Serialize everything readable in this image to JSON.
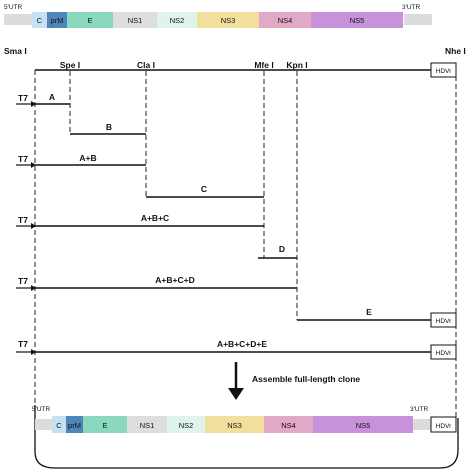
{
  "genome_top": {
    "utr5": "5'UTR",
    "utr3": "3'UTR",
    "genes": [
      {
        "label": "C",
        "color": "#c6e2f2"
      },
      {
        "label": "prM",
        "color": "#4f86b8"
      },
      {
        "label": "E",
        "color": "#8ad8bf"
      },
      {
        "label": "NS1",
        "color": "#dedede"
      },
      {
        "label": "NS2",
        "color": "#dff5ec"
      },
      {
        "label": "NS3",
        "color": "#f1e09c"
      },
      {
        "label": "NS4",
        "color": "#e0a9c5"
      },
      {
        "label": "NS5",
        "color": "#c892db"
      }
    ]
  },
  "sites": {
    "sma": "Sma I",
    "spe": "Spe I",
    "cla": "Cla I",
    "mfe": "Mfe I",
    "kpn": "Kpn I",
    "nhe": "Nhe I"
  },
  "t7": "T7",
  "hdv": "HDVr",
  "fragments": {
    "a": "A",
    "b": "B",
    "ab": "A+B",
    "c": "C",
    "abc": "A+B+C",
    "d": "D",
    "abcd": "A+B+C+D",
    "e": "E",
    "abcde": "A+B+C+D+E"
  },
  "assemble_text": "Assemble full-length clone",
  "genome_bottom": {
    "utr5": "5'UTR",
    "utr3": "3'UTR",
    "genes": [
      {
        "label": "C",
        "color": "#c6e2f2"
      },
      {
        "label": "prM",
        "color": "#4f86b8"
      },
      {
        "label": "E",
        "color": "#8ad8bf"
      },
      {
        "label": "NS1",
        "color": "#dedede"
      },
      {
        "label": "NS2",
        "color": "#dff5ec"
      },
      {
        "label": "NS3",
        "color": "#f1e09c"
      },
      {
        "label": "NS4",
        "color": "#e0a9c5"
      },
      {
        "label": "NS5",
        "color": "#c892db"
      }
    ]
  }
}
